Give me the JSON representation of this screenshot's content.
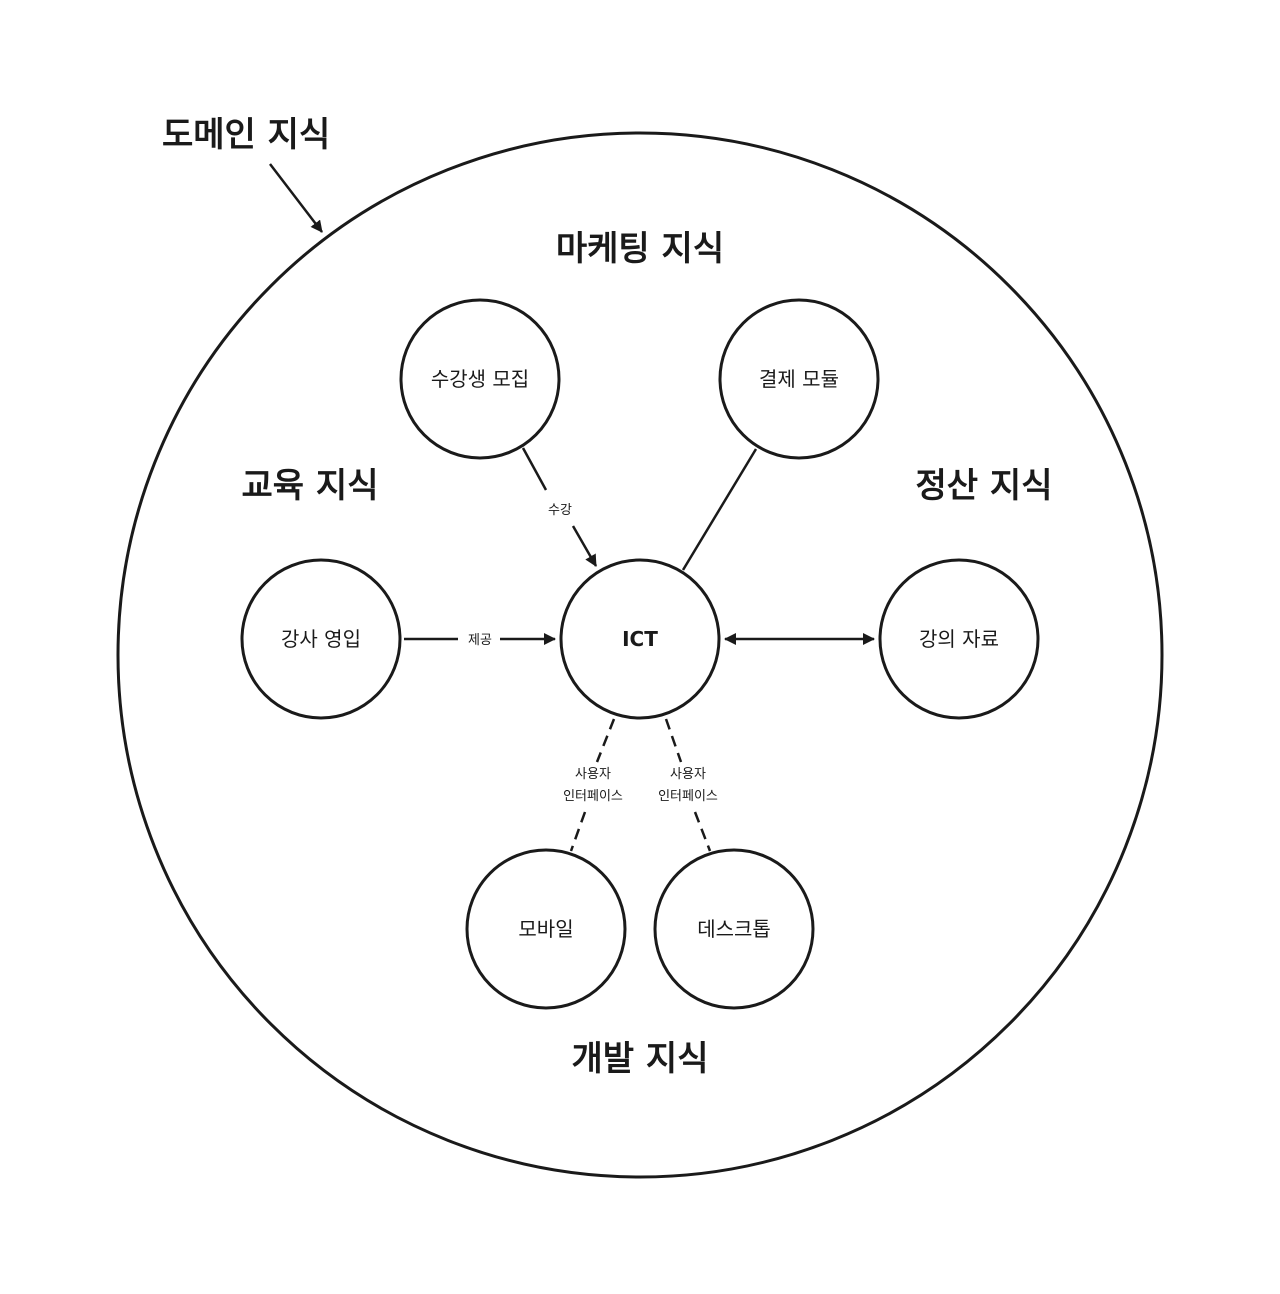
{
  "domain": {
    "title": "도메인 지식"
  },
  "areas": {
    "marketing": "마케팅 지식",
    "education": "교육 지식",
    "settlement": "정산 지식",
    "development": "개발 지식"
  },
  "nodes": {
    "recruit": "수강생 모집",
    "payment": "결제 모듈",
    "instructor": "강사 영입",
    "ict": "ICT",
    "material": "강의 자료",
    "mobile": "모바일",
    "desktop": "데스크톱"
  },
  "edges": {
    "recruit_to_ict": "수강",
    "instructor_to_ict": "제공",
    "ict_to_mobile_line1": "사용자",
    "ict_to_mobile_line2": "인터페이스",
    "ict_to_desktop_line1": "사용자",
    "ict_to_desktop_line2": "인터페이스"
  }
}
